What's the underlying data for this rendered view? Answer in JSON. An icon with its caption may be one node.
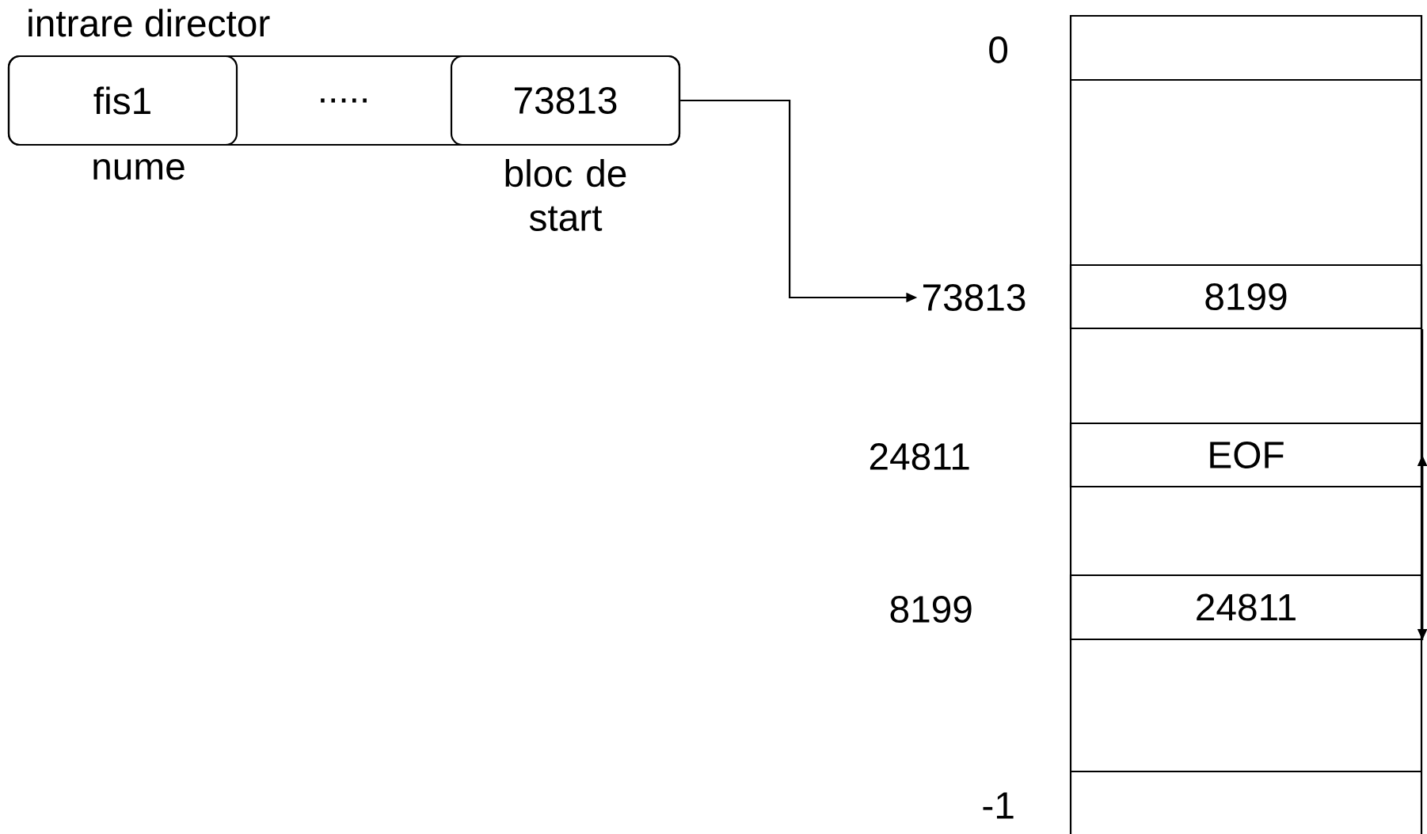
{
  "diagram": {
    "nodes": [
      {
        "text": [
          "intrare director",
          "....."
        ]
      },
      {
        "text": [
          "fis1"
        ],
        "in": 0,
        "beside": [
          "nume"
        ]
      },
      {
        "text": [
          "73813"
        ],
        "in": 0,
        "beside": [
          "bloc de start"
        ]
      },
      {
        "text": [
          "73813"
        ]
      },
      {
        "text": [
          "8199"
        ]
      },
      {
        "text": [
          "EOF"
        ]
      },
      {
        "text": [
          "24811"
        ]
      }
    ],
    "edges": [
      {
        "from": 2,
        "to": 3,
        "arrow": "to"
      },
      {
        "from": 4,
        "to": 6,
        "arrow": "to"
      },
      {
        "from": 6,
        "to": 5,
        "arrow": "to"
      }
    ],
    "labels": [
      "0",
      "24811",
      "8199",
      "-1"
    ]
  }
}
